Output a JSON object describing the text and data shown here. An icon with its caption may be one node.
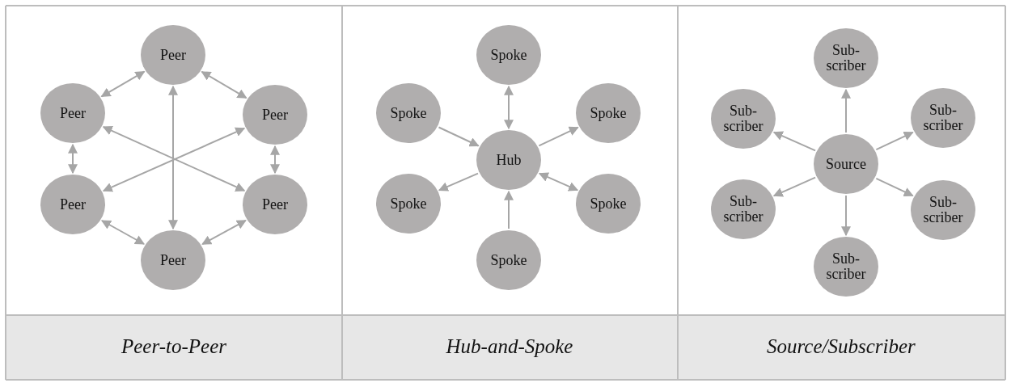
{
  "diagram": {
    "nodes": [
      {
        "text": [
          "Peer"
        ]
      },
      {
        "text": [
          "Peer"
        ]
      },
      {
        "text": [
          "Peer"
        ]
      },
      {
        "text": [
          "Peer"
        ]
      },
      {
        "text": [
          "Peer"
        ]
      },
      {
        "text": [
          "Peer"
        ]
      },
      {
        "text": [
          "Spoke"
        ]
      },
      {
        "text": [
          "Spoke"
        ]
      },
      {
        "text": [
          "Spoke"
        ]
      },
      {
        "text": [
          "Hub"
        ]
      },
      {
        "text": [
          "Spoke"
        ]
      },
      {
        "text": [
          "Spoke"
        ]
      },
      {
        "text": [
          "Spoke"
        ]
      },
      {
        "text": [
          "Sub- scriber"
        ]
      },
      {
        "text": [
          "Sub- scriber"
        ]
      },
      {
        "text": [
          "Sub- scriber"
        ]
      },
      {
        "text": [
          "Source"
        ]
      },
      {
        "text": [
          "Sub- scriber"
        ]
      },
      {
        "text": [
          "Sub- scriber"
        ]
      },
      {
        "text": [
          "Sub- scriber"
        ]
      }
    ],
    "edges": [
      {
        "from": 0,
        "to": 1,
        "arrow": "both"
      },
      {
        "from": 0,
        "to": 2,
        "arrow": "both"
      },
      {
        "from": 1,
        "to": 3,
        "arrow": "both"
      },
      {
        "from": 2,
        "to": 4,
        "arrow": "both"
      },
      {
        "from": 3,
        "to": 5,
        "arrow": "both"
      },
      {
        "from": 4,
        "to": 5,
        "arrow": "both"
      },
      {
        "from": 0,
        "to": 5,
        "arrow": "both"
      },
      {
        "from": 1,
        "to": 4,
        "arrow": "both"
      },
      {
        "from": 2,
        "to": 3,
        "arrow": "both"
      },
      {
        "from": 6,
        "to": 9,
        "arrow": "both"
      },
      {
        "from": 7,
        "to": 9,
        "arrow": "to"
      },
      {
        "from": 9,
        "to": 8,
        "arrow": "to"
      },
      {
        "from": 9,
        "to": 10,
        "arrow": "to"
      },
      {
        "from": 9,
        "to": 11,
        "arrow": "both"
      },
      {
        "from": 12,
        "to": 9,
        "arrow": "to"
      },
      {
        "from": 16,
        "to": 13,
        "arrow": "to"
      },
      {
        "from": 16,
        "to": 14,
        "arrow": "to"
      },
      {
        "from": 16,
        "to": 15,
        "arrow": "to"
      },
      {
        "from": 16,
        "to": 17,
        "arrow": "to"
      },
      {
        "from": 16,
        "to": 18,
        "arrow": "to"
      },
      {
        "from": 16,
        "to": 19,
        "arrow": "to"
      }
    ],
    "labels": [
      "Peer-to-Peer",
      "Hub-and-Spoke",
      "Source/Subscriber"
    ]
  }
}
